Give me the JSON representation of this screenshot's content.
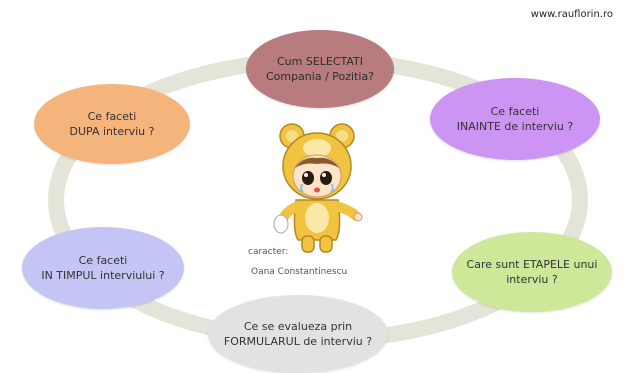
{
  "website": "www.rauflorin.ro",
  "nodes": {
    "top": {
      "line1": "Cum SELECTATI",
      "line2": "Compania / Pozitia?"
    },
    "right": {
      "line1": "Ce faceti",
      "line2": "INAINTE de interviu ?"
    },
    "bottom_right": {
      "line1": "Care sunt ETAPELE unui",
      "line2": "interviu ?"
    },
    "bottom": {
      "line1": "Ce se evalueza prin",
      "line2": "FORMULARUL de interviu ?"
    },
    "left": {
      "line1": "Ce faceti",
      "line2": "IN TIMPUL interviului ?"
    },
    "top_left": {
      "line1": "Ce faceti",
      "line2": "DUPA interviu ?"
    }
  },
  "credit": {
    "label": "caracter:",
    "name": "Oana Constantinescu"
  },
  "colors": {
    "top": "#b87c7f",
    "right": "#cd95f3",
    "bottom_right": "#cde898",
    "bottom": "#e2e2e2",
    "left": "#c5c5f5",
    "top_left": "#f4b47c",
    "ring": "#e6e6dc"
  }
}
